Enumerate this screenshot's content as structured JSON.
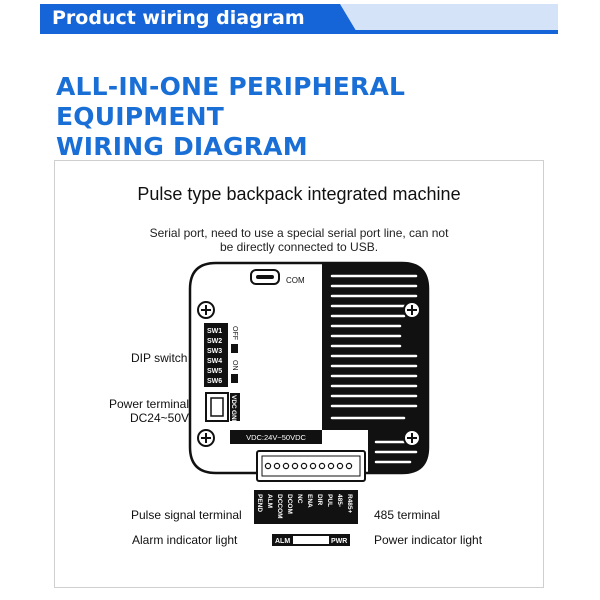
{
  "banner": {
    "title": "Product wiring diagram",
    "color": "#1565d8"
  },
  "heading": {
    "line1": "ALL-IN-ONE PERIPHERAL EQUIPMENT",
    "line2": "WIRING DIAGRAM",
    "color": "#1a6fd6"
  },
  "diagram": {
    "title": "Pulse type backpack integrated machine",
    "note_line1": "Serial port, need to use a special serial port line, can not",
    "note_line2": "be directly connected to USB.",
    "com_label": "COM",
    "vdc_label": "VDC:24V~50VDC",
    "dip": {
      "off": "OFF",
      "on": "ON",
      "switches": [
        "SW1",
        "SW2",
        "SW3",
        "SW4",
        "SW5",
        "SW6"
      ]
    },
    "power_pins": [
      "GND",
      "VDC"
    ],
    "bottom_pins": [
      "PEND",
      "ALM",
      "DCCOM",
      "DCOM",
      "NC",
      "ENA",
      "DIR",
      "PUL",
      "485-",
      "R485+"
    ],
    "alm_tag": "ALM",
    "pwr_tag": "PWR"
  },
  "labels": {
    "dip_switch": "DIP switch",
    "power_terminal": "Power terminal",
    "power_voltage": "DC24~50V",
    "pulse_terminal": "Pulse signal terminal",
    "terminal_485": "485 terminal",
    "alarm_light": "Alarm indicator light",
    "power_light": "Power indicator light"
  }
}
